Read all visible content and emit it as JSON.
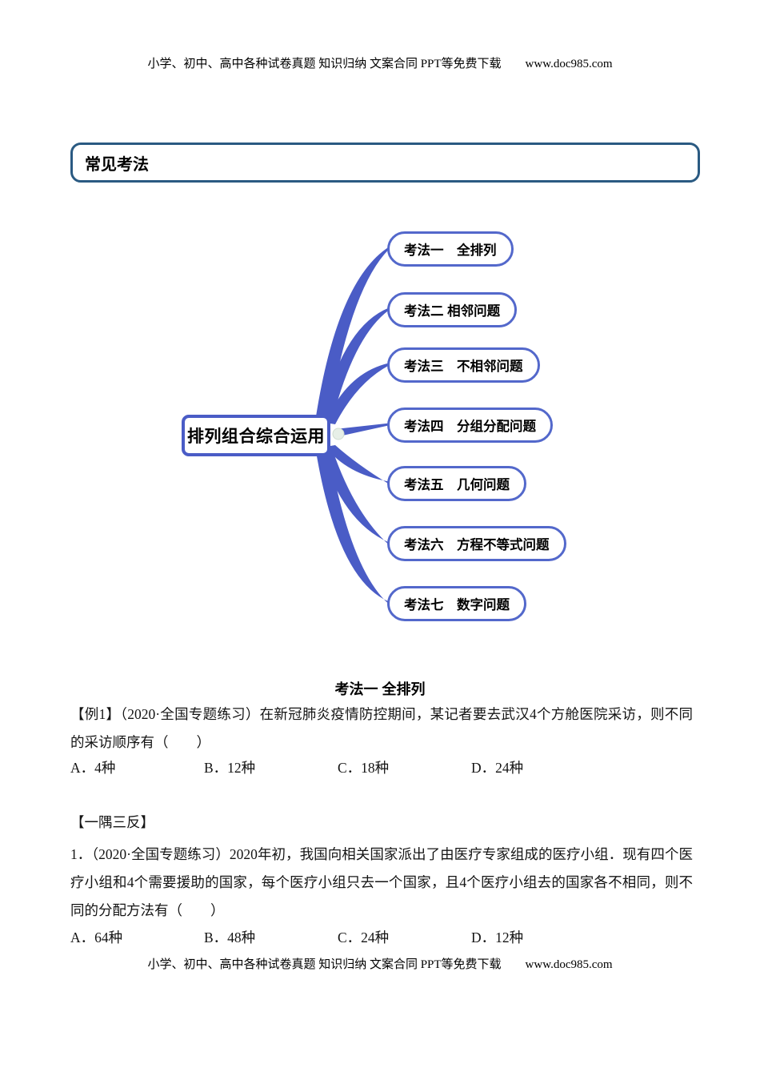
{
  "header": {
    "site_text": "小学、初中、高中各种试卷真题 知识归纳 文案合同 PPT等免费下载",
    "url": "www.doc985.com"
  },
  "footer": {
    "site_text": "小学、初中、高中各种试卷真题 知识归纳 文案合同 PPT等免费下载",
    "url": "www.doc985.com"
  },
  "section_box": {
    "label": "常见考法"
  },
  "mindmap": {
    "root_label": "排列组合综合运用",
    "nodes": [
      {
        "label": "考法一　全排列"
      },
      {
        "label": "考法二 相邻问题"
      },
      {
        "label": "考法三　不相邻问题"
      },
      {
        "label": "考法四　分组分配问题"
      },
      {
        "label": "考法五　几何问题"
      },
      {
        "label": "考法六　方程不等式问题"
      },
      {
        "label": "考法七　数字问题"
      }
    ],
    "colors": {
      "branch_blue": "#4a5cc6",
      "node_border_blue": "#5368cb",
      "root_border_blue": "#4a5cc6",
      "collapse_dot_fill": "#e7efe7",
      "section_box_border": "#2a5a82"
    }
  },
  "content": {
    "section_heading": "考法一 全排列",
    "example": {
      "text": "【例1】（2020·全国专题练习）在新冠肺炎疫情防控期间，某记者要去武汉4个方舱医院采访，则不同的采访顺序有（　　）",
      "options": [
        "A．4种",
        "B．12种",
        "C．18种",
        "D．24种"
      ]
    },
    "followup_heading": "【一隅三反】",
    "problem1": {
      "text": "1．（2020·全国专题练习）2020年初，我国向相关国家派出了由医疗专家组成的医疗小组．现有四个医疗小组和4个需要援助的国家，每个医疗小组只去一个国家，且4个医疗小组去的国家各不相同，则不同的分配方法有（　　）",
      "options": [
        "A．64种",
        "B．48种",
        "C．24种",
        "D．12种"
      ]
    }
  }
}
